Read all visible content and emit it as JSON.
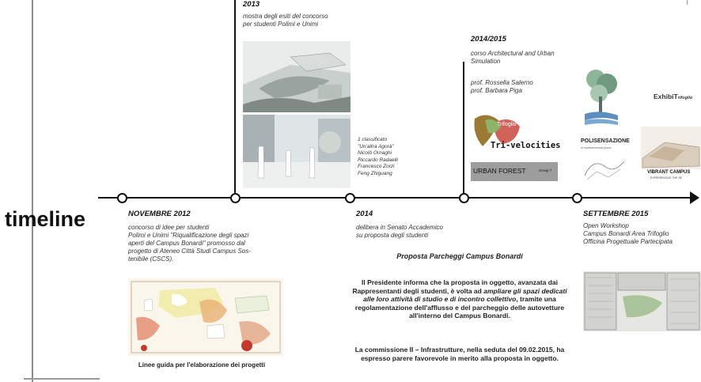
{
  "timeline_label": "timeline",
  "events": {
    "e2013": {
      "date": "2013",
      "desc": [
        "mostra degli esiti del concorso",
        "per studenti Polimi e Unimi"
      ],
      "winners": [
        "1 classificato",
        "\"Un'altra Agorà\"",
        "Nicolò Ornaghi",
        "Riccardo Radaelli",
        "Francesco Zorzi",
        "Feng Zhiguang"
      ]
    },
    "e2014_2015": {
      "date": "2014/2015",
      "desc": [
        "corso Architectural and Urban",
        "Simulation"
      ],
      "profs": [
        "prof. Rossella Salerno",
        "prof. Barbara Piga"
      ],
      "projects": {
        "trifoglio": "Trifoglio",
        "trivelocities": "Tri-velocities",
        "urbanforest": "URBAN FOREST",
        "group": "Group 7",
        "exhibi": "ExhibiT",
        "exhibi_suffix": "rifoglio",
        "polisensazione": "POLISENSAZIONE",
        "polisensazione_sub": "A multisensorial place",
        "vibrant": "VIBRANT CAMPUS",
        "vibrant_sub": "EXPERIENCING THE SE"
      }
    },
    "e2012": {
      "date": "NOVEMBRE 2012",
      "desc": [
        "concorso di idee per studenti",
        "Polimi e Unimi \"Riqualificazione degli spazi",
        "aperti del Campus Bonardi\" promosso dal",
        "progetto di Ateneo Città Studi Campus Sos-",
        "tenibile (CSCS)."
      ],
      "caption": "Linee guida per l'elaborazione dei progetti"
    },
    "e2014": {
      "date": "2014",
      "desc": [
        "delibera in Senato Accademico",
        "su proposta degli studenti"
      ],
      "title": "Proposta Parcheggi Campus Bonardi",
      "para1": {
        "a": "Il Presidente informa che la proposta in oggetto, avanzata dai Rappresentanti degli studenti, è volta ad ",
        "em": "ampliare gli spazi dedicati alle loro attività di studio e di incontro collettivo",
        "b": ", tramite una regolamentazione dell'afflusso e del parcheggio delle autovetture all'interno del Campus Bonardi."
      },
      "para2": "La commissione II – Infrastrutture, nella seduta del 09.02.2015, ha espresso parere favorevole in merito alla proposta in oggetto."
    },
    "e2015": {
      "date": "SETTEMBRE 2015",
      "desc": [
        "Open Workshop",
        "Campus Bonardi Area Trifoglio",
        "Officina Progettuale Partecipata"
      ]
    }
  },
  "colors": {
    "axis": "#111111",
    "side_line": "#8a8a8a"
  }
}
